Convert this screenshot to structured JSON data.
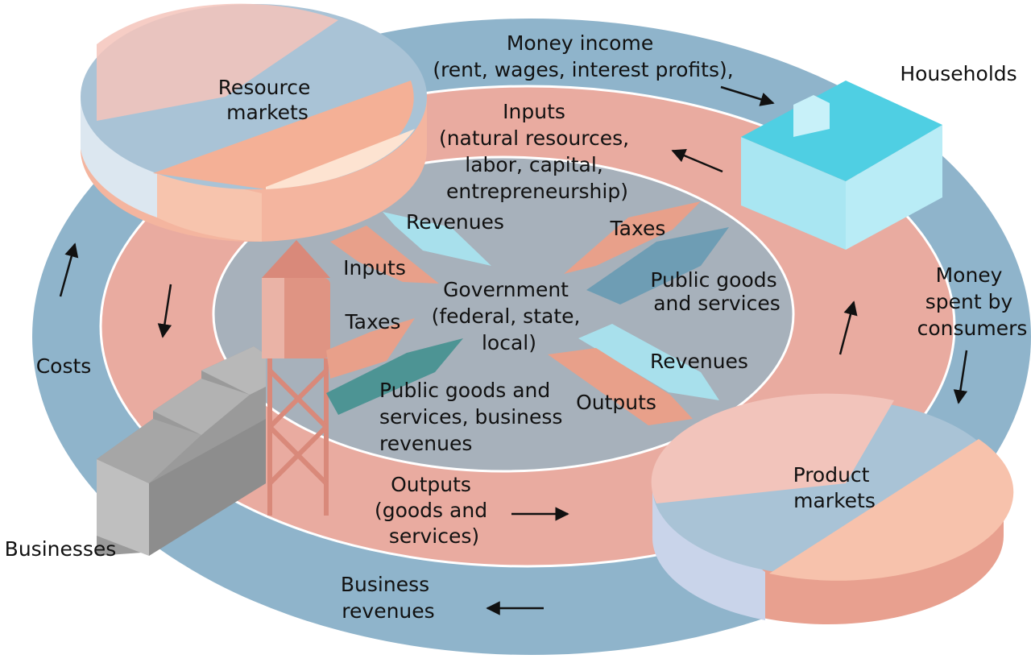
{
  "colors": {
    "outer_ring": "#8fb4cb",
    "inner_ring": "#e9aba0",
    "center": "#a7b1bb",
    "house_light": "#a9e6f2",
    "house_roof": "#4fcfe3",
    "factory": "#a9a9a9",
    "tower": "#d9897a",
    "arrow_orange": "#e8a08a",
    "arrow_light_blue": "#a8e0ec",
    "arrow_steel_blue": "#6e9db4",
    "arrow_teal": "#4d9494"
  },
  "icons": {
    "households": "house-icon",
    "businesses": "factory-icon",
    "water_tower": "water-tower-icon",
    "markets": "disc-icon"
  },
  "labels": {
    "households": "Households",
    "businesses": "Businesses",
    "resource_markets": [
      "Resource",
      "markets"
    ],
    "product_markets": [
      "Product",
      "markets"
    ],
    "money_income": [
      "Money income",
      "(rent, wages, interest profits),"
    ],
    "inputs_top": [
      "Inputs",
      "(natural resources,",
      "labor, capital,",
      "entrepreneurship)"
    ],
    "money_spent": [
      "Money",
      "spent by",
      "consumers"
    ],
    "costs": "Costs",
    "outputs_bottom": [
      "Outputs",
      "(goods and",
      "services)"
    ],
    "business_revenues": [
      "Business",
      "revenues"
    ],
    "government": [
      "Government",
      "(federal, state,",
      "local)"
    ],
    "gov_revenues_left": "Revenues",
    "gov_inputs": "Inputs",
    "gov_taxes_left": "Taxes",
    "gov_public_goods_left": [
      "Public goods and",
      "services, business",
      "revenues"
    ],
    "gov_taxes_right": "Taxes",
    "gov_public_goods_right": [
      "Public goods",
      "and services"
    ],
    "gov_revenues_right": "Revenues",
    "gov_outputs": "Outputs"
  }
}
